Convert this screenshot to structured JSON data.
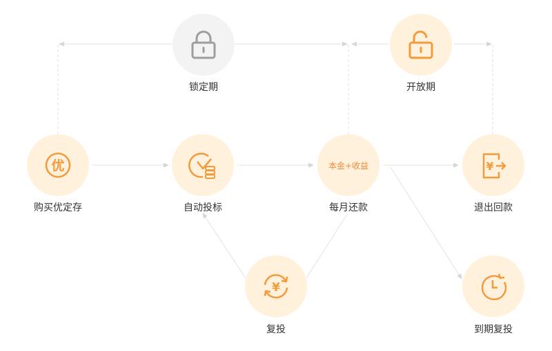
{
  "nodes": {
    "lock_period": {
      "label": "锁定期",
      "icon": "locked-padlock-icon"
    },
    "open_period": {
      "label": "开放期",
      "icon": "unlocked-padlock-icon"
    },
    "buy": {
      "label": "购买优定存",
      "icon": "you-badge-icon",
      "icon_text": "优"
    },
    "auto_invest": {
      "label": "自动投标",
      "icon": "clock-coins-icon"
    },
    "monthly_repay": {
      "label": "每月还款",
      "inner_text": "本金+收益"
    },
    "exit_refund": {
      "label": "退出回款",
      "icon": "yen-exit-document-icon",
      "icon_text": "¥"
    },
    "reinvest": {
      "label": "复投",
      "icon": "yen-cycle-icon",
      "icon_text": "¥"
    },
    "maturity_reinvest": {
      "label": "到期复投",
      "icon": "clock-refresh-icon"
    }
  },
  "colors": {
    "accent": "#f39a3d",
    "node_fill": "#fff1dc",
    "gray_node_fill": "#f3f3f3",
    "gray_icon": "#999999",
    "line": "#e2e2e2",
    "text": "#333333"
  }
}
